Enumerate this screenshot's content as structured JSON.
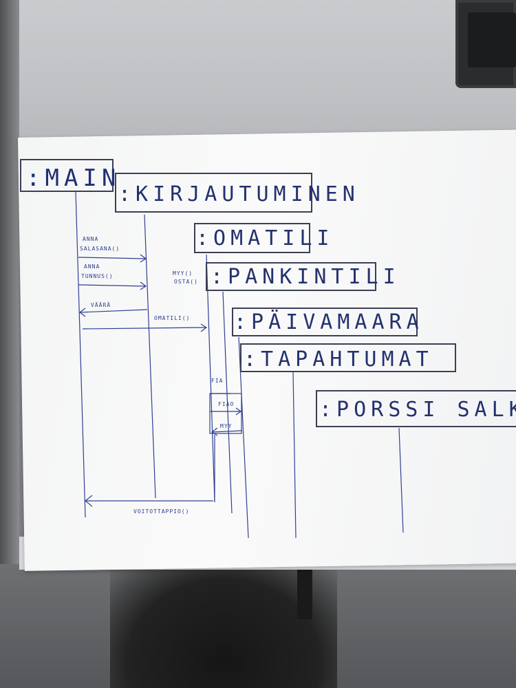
{
  "diagram": {
    "lifelines": [
      {
        "label": ":MAIN"
      },
      {
        "label": ":KIRJAUTUMINEN"
      },
      {
        "label": ":OMATILI"
      },
      {
        "label": ":PANKINTILI"
      },
      {
        "label": ":PÄIVAMAARA"
      },
      {
        "label": ":TAPAHTUMAT"
      },
      {
        "label": ":PORSSI SALKK"
      }
    ],
    "messages": [
      {
        "label": "ANNA"
      },
      {
        "label": "SALASANA()"
      },
      {
        "label": "ANNA"
      },
      {
        "label": "TUNNUS()"
      },
      {
        "label": "VÄÄRÄ"
      },
      {
        "label": "OMATILI()"
      },
      {
        "label": "MYY()"
      },
      {
        "label": "OSTA()"
      },
      {
        "label": "FIA"
      },
      {
        "label": "FIAO"
      },
      {
        "label": "MYY"
      },
      {
        "label": "VOITOTTAPPIO()"
      }
    ]
  },
  "colors": {
    "ink": "#2f3f93",
    "paper": "#f7f8f8",
    "box_ink": "#3a3f55"
  }
}
